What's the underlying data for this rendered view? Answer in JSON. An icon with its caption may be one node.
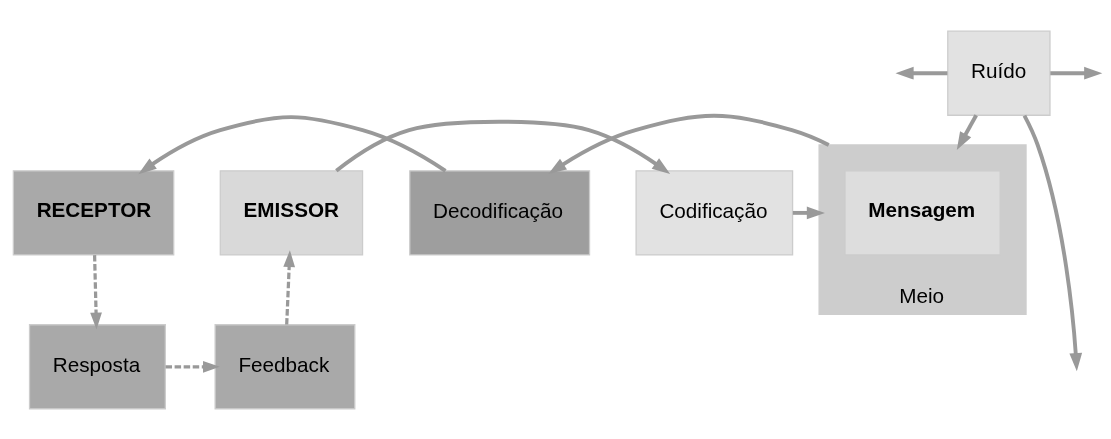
{
  "diagram": {
    "nodes": [
      {
        "text": [
          "EMISSOR"
        ]
      },
      {
        "text": [
          "Codificação"
        ]
      },
      {
        "text": [
          "Meio"
        ]
      },
      {
        "text": [
          "Mensagem"
        ],
        "in": 2
      },
      {
        "text": [
          "Decodificação"
        ]
      },
      {
        "text": [
          "RECEPTOR"
        ]
      },
      {
        "text": [
          "Ruído"
        ]
      },
      {
        "text": [
          "Feedback"
        ]
      },
      {
        "text": [
          "Resposta"
        ]
      }
    ],
    "edges": [
      {
        "from": 0,
        "to": 1,
        "arrow": "to"
      },
      {
        "from": 1,
        "to": 2,
        "arrow": "to"
      },
      {
        "from": 2,
        "to": 4,
        "arrow": "to"
      },
      {
        "from": 4,
        "to": 5,
        "arrow": "to"
      },
      {
        "from": 6,
        "to": 2,
        "arrow": "to"
      },
      {
        "from": 6,
        "to": null,
        "arrow": "to"
      },
      {
        "from": 6,
        "to": null,
        "arrow": "to"
      },
      {
        "from": 6,
        "to": null,
        "arrow": "to"
      },
      {
        "from": 5,
        "to": 8,
        "arrow": "to",
        "style": "dashed"
      },
      {
        "from": 8,
        "to": 7,
        "arrow": "to",
        "style": "dashed"
      },
      {
        "from": 7,
        "to": 0,
        "arrow": "to",
        "style": "dashed"
      }
    ]
  }
}
